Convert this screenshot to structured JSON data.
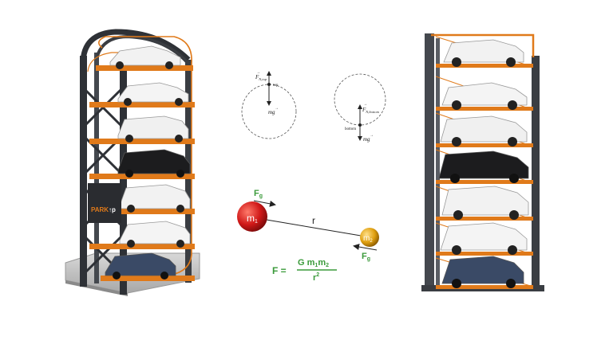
{
  "colors": {
    "frame": "#3a3d42",
    "orange": "#e07a1a",
    "green": "#3a9a3a",
    "mass1": "#d01818",
    "mass2": "#e0a010",
    "car_white": "#f2f2f2",
    "car_black": "#1c1c1e",
    "car_blue": "#3a4a66"
  },
  "logo": {
    "text": "PARK"
  },
  "circle_top": {
    "force_label": "F",
    "force_subscript": "N,top",
    "position_label": "top",
    "weight_label": "mg"
  },
  "circle_bottom": {
    "force_label": "F",
    "force_subscript": "N,bottom",
    "position_label": "bottom",
    "weight_label": "mg"
  },
  "gravity": {
    "force_symbol": "F",
    "force_subscript": "g",
    "mass1_symbol": "m",
    "mass1_subscript": "1",
    "mass2_symbol": "m",
    "mass2_subscript": "2",
    "distance_label": "r",
    "formula_lhs": "F =",
    "formula_numerator": "G m",
    "formula_num_sub1": "1",
    "formula_num_mid": "m",
    "formula_num_sub2": "2",
    "formula_denominator": "r",
    "formula_den_exp": "2"
  }
}
